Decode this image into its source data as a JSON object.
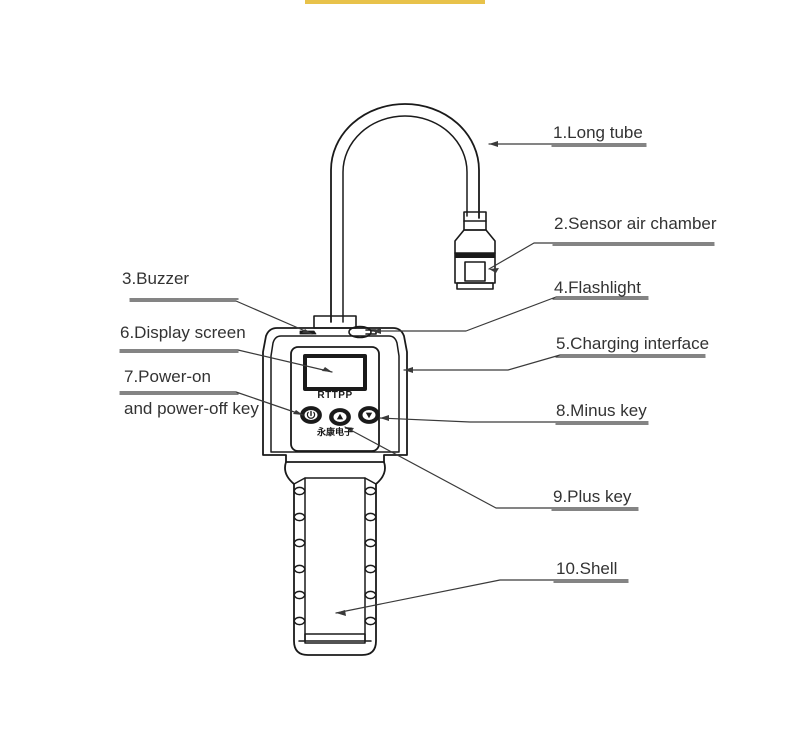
{
  "page": {
    "accent_bar_color": "#e8c24a",
    "line_color": "#1a1a1a",
    "text_color": "#333333",
    "background": "#ffffff"
  },
  "device": {
    "brand_text": "RTTPP",
    "sub_brand_text": "永康电子",
    "buttons": [
      {
        "name": "power-button",
        "glyph": "⏻"
      },
      {
        "name": "plus-button",
        "glyph": "▲"
      },
      {
        "name": "minus-button",
        "glyph": "▼"
      }
    ],
    "grip_bump_count": 6
  },
  "callouts": [
    {
      "id": 1,
      "text": "1.Long tube",
      "text2": ""
    },
    {
      "id": 2,
      "text": "2.Sensor air chamber",
      "text2": ""
    },
    {
      "id": 3,
      "text": "3.Buzzer",
      "text2": ""
    },
    {
      "id": 4,
      "text": "4.Flashlight",
      "text2": ""
    },
    {
      "id": 5,
      "text": "5.Charging interface",
      "text2": ""
    },
    {
      "id": 6,
      "text": "6.Display screen",
      "text2": ""
    },
    {
      "id": 7,
      "text": "7.Power-on",
      "text2": "and power-off key"
    },
    {
      "id": 8,
      "text": "8.Minus key",
      "text2": ""
    },
    {
      "id": 9,
      "text": "9.Plus key",
      "text2": ""
    },
    {
      "id": 10,
      "text": "10.Shell",
      "text2": ""
    }
  ]
}
